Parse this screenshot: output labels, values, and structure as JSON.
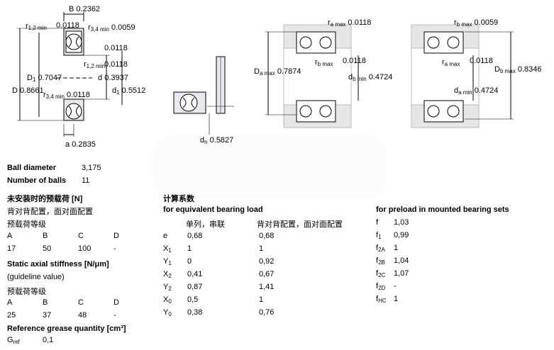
{
  "drawing": {
    "d1_labels": {
      "B": "B",
      "B_val": "0.2362",
      "r12min": "r",
      "r12min_sub": "1,2 min",
      "r12min_val": "0.0118",
      "r34min": "r",
      "r34min_sub": "3,4 min",
      "r34min_val": "0.0059",
      "r12min_b": "r",
      "r12min_b_sub": "1,2 min",
      "r12min_b_val": "0.0118",
      "D1": "D",
      "D1_sub": "1",
      "D1_val": "0.7047",
      "d": "d",
      "d_val": "0.3937",
      "d1": "d",
      "d1_sub": "1",
      "d1_val": "0.5512",
      "D": "D",
      "D_val": "0.8661",
      "r34min_b": "r",
      "r34min_b_sub": "3,4 min",
      "r34min_b_val": "0.0118",
      "r12_right_val": "0.0118",
      "a": "a",
      "a_val": "0.2835"
    },
    "d2_labels": {
      "dn": "d",
      "dn_sub": "n",
      "dn_val": "0.5827"
    },
    "d3_labels": {
      "ramax": "r",
      "ramax_sub": "a max",
      "ramax_val": "0.0118",
      "Damax": "D",
      "Damax_sub": "a max",
      "Damax_val": "0.7874",
      "rbmax": "r",
      "rbmax_sub": "b max",
      "rbmax_val": "0.0118",
      "dbmin": "d",
      "dbmin_sub": "b min",
      "dbmin_val": "0.4724"
    },
    "d4_labels": {
      "rbmax": "r",
      "rbmax_sub": "b max",
      "rbmax_val": "0.0059",
      "ramax": "r",
      "ramax_sub": "a max",
      "ramax_val": "0.0118",
      "Dbmax": "D",
      "Dbmax_sub": "b max",
      "Dbmax_val": "0.8346",
      "damin": "d",
      "damin_sub": "a min",
      "damin_val": "0.4724"
    }
  },
  "left": {
    "ball_diameter_label": "Ball diameter",
    "ball_diameter_val": "3,175",
    "num_balls_label": "Number of balls",
    "num_balls_val": "11",
    "preload_title": "未安装时的预载荷 [N]",
    "preload_sub": "背对背配置，面对面配置",
    "preload_class": "预载荷等级",
    "preload_headers": [
      "A",
      "B",
      "C",
      "D"
    ],
    "preload_values": [
      "17",
      "50",
      "100",
      "-"
    ],
    "stiffness_title": "Static axial stiffness [N/μm]",
    "stiffness_sub": "(guideline value)",
    "stiffness_class": "预载荷等级",
    "stiffness_headers": [
      "A",
      "B",
      "C",
      "D"
    ],
    "stiffness_values": [
      "25",
      "37",
      "48",
      "-"
    ],
    "grease_title": "Reference grease quantity [cm³]",
    "grease_label": "G",
    "grease_sub": "ref",
    "grease_val": "0,1"
  },
  "middle": {
    "calc_title": "计算系数",
    "eq_title": "for equivalent bearing load",
    "col1": "单列，串联",
    "col2": "背对背配置，面对面配置",
    "rows": [
      {
        "s": "e",
        "sub": "",
        "v1": "0,68",
        "v2": "0,68"
      },
      {
        "s": "X",
        "sub": "1",
        "v1": "1",
        "v2": "1"
      },
      {
        "s": "Y",
        "sub": "1",
        "v1": "0",
        "v2": "0,92"
      },
      {
        "s": "X",
        "sub": "2",
        "v1": "0,41",
        "v2": "0,67"
      },
      {
        "s": "Y",
        "sub": "2",
        "v1": "0,87",
        "v2": "1,41"
      },
      {
        "s": "X",
        "sub": "0",
        "v1": "0,5",
        "v2": "1"
      },
      {
        "s": "Y",
        "sub": "0",
        "v1": "0,38",
        "v2": "0,76"
      }
    ]
  },
  "right": {
    "title": "for preload in mounted bearing sets",
    "rows": [
      {
        "s": "f",
        "sub": "",
        "v": "1,03"
      },
      {
        "s": "f",
        "sub": "1",
        "v": "0,99"
      },
      {
        "s": "f",
        "sub": "2A",
        "v": "1"
      },
      {
        "s": "f",
        "sub": "2B",
        "v": "1,04"
      },
      {
        "s": "f",
        "sub": "2C",
        "v": "1,07"
      },
      {
        "s": "f",
        "sub": "2D",
        "v": "-"
      },
      {
        "s": "f",
        "sub": "HC",
        "v": "1"
      }
    ]
  }
}
